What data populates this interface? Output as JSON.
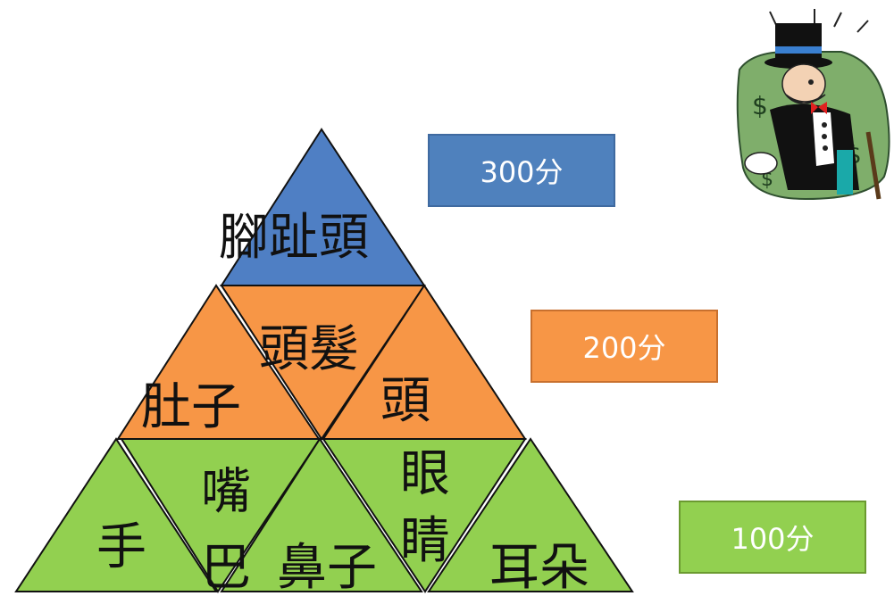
{
  "pyramid": {
    "top": {
      "label": "腳趾頭",
      "color": "#4f7fc4"
    },
    "middle": {
      "color": "#f79646",
      "left": "肚子",
      "center": "頭髮",
      "right": "頭"
    },
    "bottom": {
      "color": "#92d050",
      "items": [
        "手",
        "嘴巴",
        "鼻子",
        "眼睛",
        "耳朵"
      ]
    }
  },
  "scores": {
    "top": {
      "text": "300分",
      "color": "#4f81bd"
    },
    "middle": {
      "text": "200分",
      "color": "#f79646"
    },
    "bottom": {
      "text": "100分",
      "color": "#92d050"
    }
  },
  "mascot_icon": "monopoly-man-icon"
}
